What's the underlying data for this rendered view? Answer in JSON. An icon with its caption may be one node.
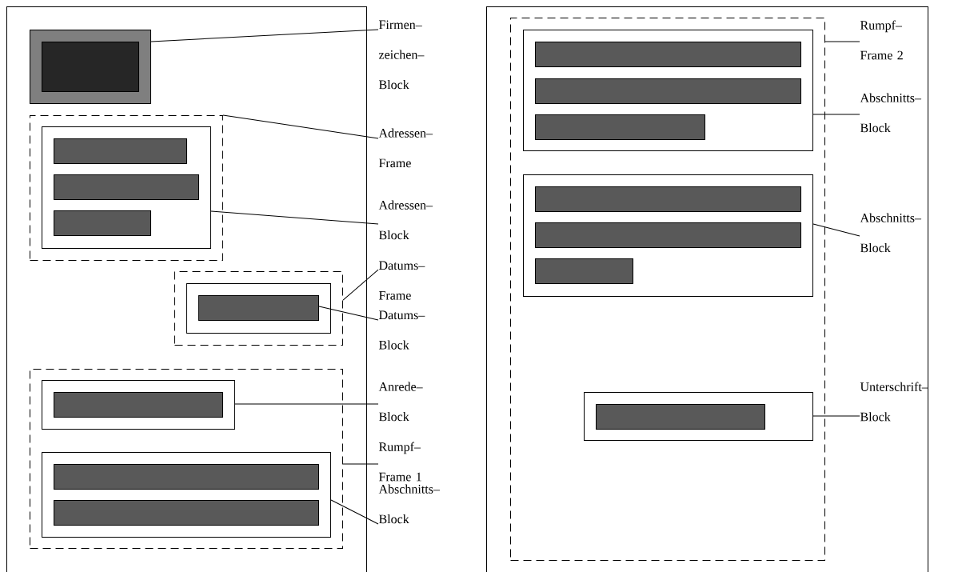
{
  "diagram": {
    "nodes": [
      {
        "text": [],
        "shape": "box"
      },
      {
        "text": [],
        "shape": "box",
        "in": 0
      },
      {
        "text": [],
        "shape": "box",
        "in": 1
      },
      {
        "text": [],
        "shape": "box",
        "in": 0
      },
      {
        "text": [],
        "shape": "box",
        "in": 3
      },
      {
        "text": [],
        "shape": "bar",
        "in": 4
      },
      {
        "text": [],
        "shape": "bar",
        "in": 4
      },
      {
        "text": [],
        "shape": "bar",
        "in": 4
      },
      {
        "text": [],
        "shape": "box",
        "in": 0
      },
      {
        "text": [],
        "shape": "box",
        "in": 8
      },
      {
        "text": [],
        "shape": "bar",
        "in": 9
      },
      {
        "text": [],
        "shape": "box",
        "in": 0
      },
      {
        "text": [],
        "shape": "box",
        "in": 11
      },
      {
        "text": [],
        "shape": "bar",
        "in": 12
      },
      {
        "text": [],
        "shape": "box",
        "in": 11
      },
      {
        "text": [],
        "shape": "bar",
        "in": 14
      },
      {
        "text": [],
        "shape": "bar",
        "in": 14
      },
      {
        "text": [],
        "shape": "box"
      },
      {
        "text": [],
        "shape": "box",
        "in": 17
      },
      {
        "text": [],
        "shape": "box",
        "in": 18
      },
      {
        "text": [],
        "shape": "bar",
        "in": 19
      },
      {
        "text": [],
        "shape": "bar",
        "in": 19
      },
      {
        "text": [],
        "shape": "bar",
        "in": 19
      },
      {
        "text": [],
        "shape": "box",
        "in": 18
      },
      {
        "text": [],
        "shape": "bar",
        "in": 23
      },
      {
        "text": [],
        "shape": "bar",
        "in": 23
      },
      {
        "text": [],
        "shape": "bar",
        "in": 23
      },
      {
        "text": [],
        "shape": "box",
        "in": 18
      },
      {
        "text": [],
        "shape": "bar",
        "in": 27
      },
      {
        "text": [
          "Firmen– zeichen– Block"
        ]
      },
      {
        "text": [
          "Adressen– Frame"
        ]
      },
      {
        "text": [
          "Adressen– Block"
        ]
      },
      {
        "text": [
          "Datums– Frame"
        ]
      },
      {
        "text": [
          "Datums– Block"
        ]
      },
      {
        "text": [
          "Anrede– Block"
        ]
      },
      {
        "text": [
          "Rumpf– Frame 1"
        ]
      },
      {
        "text": [
          "Abschnitts– Block"
        ]
      },
      {
        "text": [
          "Rumpf– Frame 2"
        ],
        "in": 17
      },
      {
        "text": [
          "Abschnitts– Block"
        ],
        "in": 17
      },
      {
        "text": [
          "Abschnitts– Block"
        ],
        "in": 17
      },
      {
        "text": [
          "Unterschrift– Block"
        ],
        "in": 17
      }
    ],
    "edges": [
      {
        "from": 29,
        "to": 1,
        "arrow": "none"
      },
      {
        "from": 30,
        "to": 3,
        "arrow": "none"
      },
      {
        "from": 31,
        "to": 4,
        "arrow": "none"
      },
      {
        "from": 32,
        "to": 8,
        "arrow": "none"
      },
      {
        "from": 33,
        "to": 10,
        "arrow": "none"
      },
      {
        "from": 34,
        "to": 12,
        "arrow": "none"
      },
      {
        "from": 35,
        "to": 11,
        "arrow": "none"
      },
      {
        "from": 36,
        "to": 14,
        "arrow": "none"
      },
      {
        "from": 37,
        "to": 18,
        "arrow": "none"
      },
      {
        "from": 38,
        "to": 19,
        "arrow": "none"
      },
      {
        "from": 39,
        "to": 23,
        "arrow": "none"
      },
      {
        "from": 40,
        "to": 27,
        "arrow": "none"
      }
    ]
  }
}
